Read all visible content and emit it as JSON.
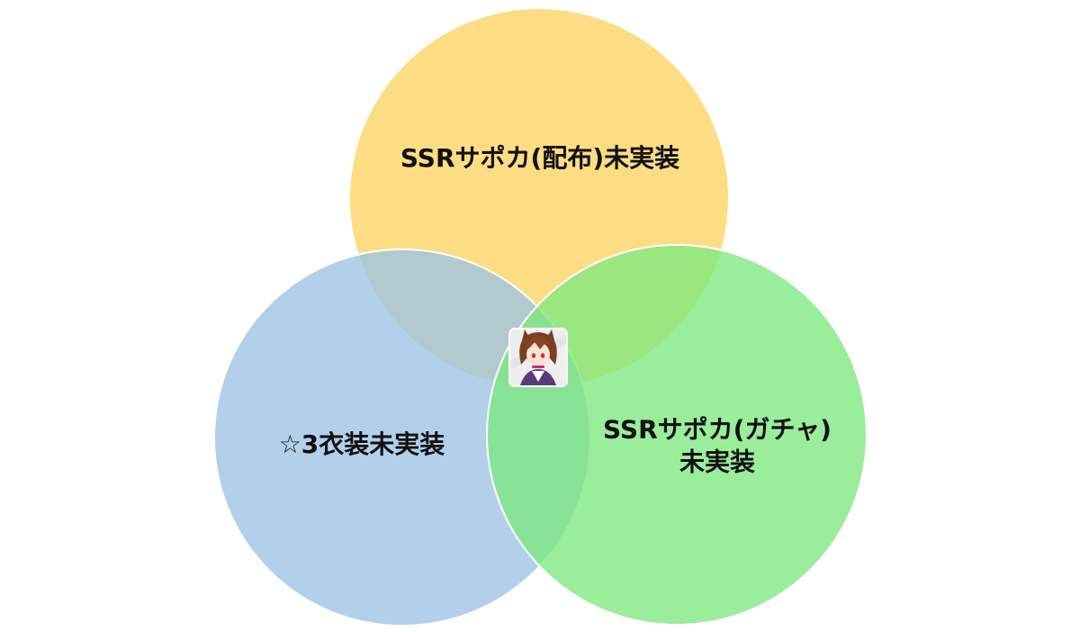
{
  "sets": [
    {
      "id": "top",
      "label": "SSRサポカ(配布)未実装",
      "color": "#fcd460"
    },
    {
      "id": "left",
      "label": "☆3衣装未実装",
      "color": "#9dc3e6"
    },
    {
      "id": "right",
      "label_line1": "SSRサポカ(ガチャ)",
      "label_line2": "未実装",
      "color": "#7ee87e"
    }
  ],
  "center_icon": "character-portrait"
}
